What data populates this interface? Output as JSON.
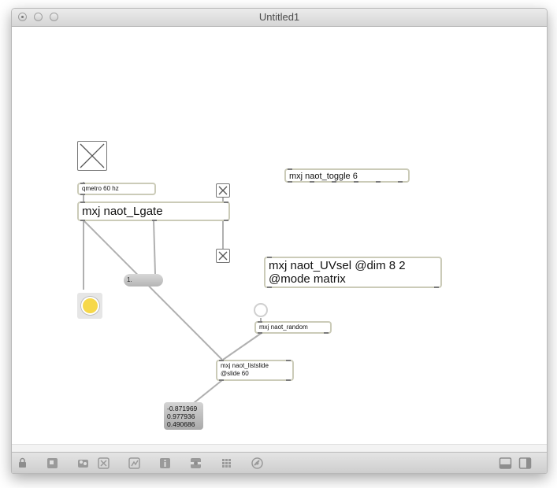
{
  "window": {
    "title": "Untitled1"
  },
  "patch": {
    "objects": {
      "qmetro": "qmetro 60 hz",
      "lgate": "mxj naot_Lgate",
      "toggle6": "mxj naot_toggle 6",
      "uvsel_line1": "mxj naot_UVsel @dim 8 2",
      "uvsel_line2": "@mode matrix",
      "random": "mxj naot_random",
      "listslide_line1": "mxj naot_listslide",
      "listslide_line2": "@slide 60"
    },
    "number_box": "1.",
    "list_output": [
      "-0.871969",
      "0.977936",
      "0.490686"
    ]
  },
  "toolbar": {
    "icons": [
      "lock-icon",
      "presentation-icon",
      "patcher-inspector-icon",
      "clear-icon",
      "debug-icon",
      "info-icon",
      "object-icon",
      "grid-icon",
      "snapshot-icon",
      "patcher-view-icon",
      "presentation-view-icon"
    ]
  },
  "colors": {
    "object_border": "#cbcbb8",
    "led_on": "#f6d84a",
    "patch_cord": "#b0b0b0"
  }
}
